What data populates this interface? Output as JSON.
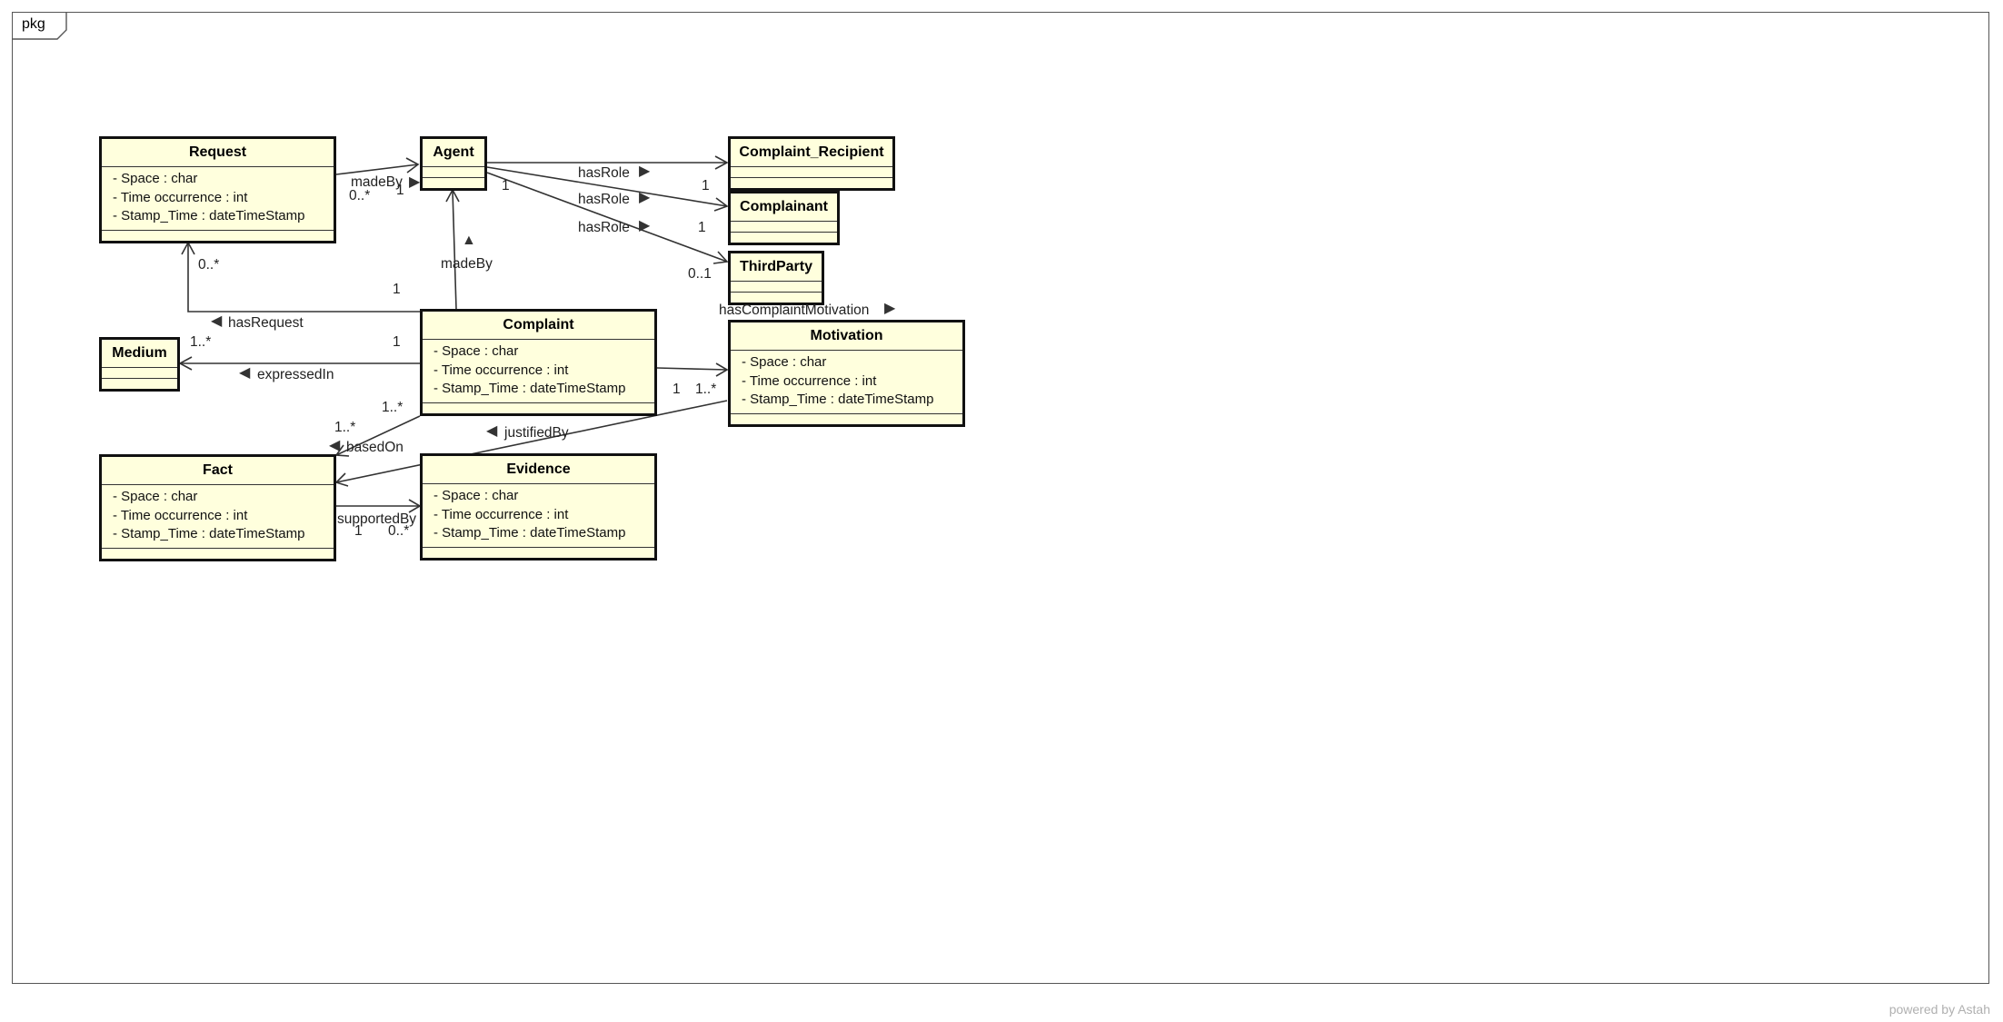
{
  "package": {
    "label": "pkg"
  },
  "watermark": "powered by Astah",
  "classes": {
    "request": {
      "name": "Request",
      "attrs": [
        "- Space : char",
        "- Time occurrence : int",
        "- Stamp_Time : dateTimeStamp"
      ]
    },
    "agent": {
      "name": "Agent"
    },
    "complaint_recipient": {
      "name": "Complaint_Recipient"
    },
    "complainant": {
      "name": "Complainant"
    },
    "thirdparty": {
      "name": "ThirdParty"
    },
    "medium": {
      "name": "Medium"
    },
    "complaint": {
      "name": "Complaint",
      "attrs": [
        "- Space : char",
        "- Time occurrence : int",
        "- Stamp_Time : dateTimeStamp"
      ]
    },
    "motivation": {
      "name": "Motivation",
      "attrs": [
        "- Space : char",
        "- Time occurrence : int",
        "- Stamp_Time : dateTimeStamp"
      ]
    },
    "fact": {
      "name": "Fact",
      "attrs": [
        "- Space : char",
        "- Time occurrence : int",
        "- Stamp_Time : dateTimeStamp"
      ]
    },
    "evidence": {
      "name": "Evidence",
      "attrs": [
        "- Space : char",
        "- Time occurrence : int",
        "- Stamp_Time : dateTimeStamp"
      ]
    }
  },
  "associations": {
    "request_madeby": {
      "name": "madeBy",
      "source_mult": "0..*",
      "target_mult": "1"
    },
    "agent_hasrole_recipient": {
      "name": "hasRole",
      "target_mult": "1"
    },
    "agent_hasrole_complainant": {
      "name": "hasRole",
      "source_mult": "1",
      "target_mult": "1"
    },
    "agent_hasrole_thirdparty": {
      "name": "hasRole",
      "target_mult": "0..1"
    },
    "complaint_madeby": {
      "name": "madeBy"
    },
    "complaint_hasrequest": {
      "name": "hasRequest",
      "source_mult": "1",
      "target_mult": "0..*"
    },
    "complaint_expressedin": {
      "name": "expressedIn",
      "source_mult": "1",
      "target_mult": "1..*"
    },
    "complaint_motivation": {
      "name": "hasComplaintMotivation",
      "source_mult": "1",
      "target_mult": "1..*"
    },
    "complaint_basedon": {
      "name": "basedOn",
      "source_mult": "1..*",
      "target_mult": "1..*"
    },
    "motivation_justifiedby": {
      "name": "justifiedBy"
    },
    "fact_supportedby": {
      "name": "supportedBy",
      "source_mult": "1",
      "target_mult": "0..*"
    }
  },
  "icons": {
    "direction_right": "triangle-right-icon",
    "direction_left": "triangle-left-icon",
    "direction_up": "triangle-up-icon"
  }
}
